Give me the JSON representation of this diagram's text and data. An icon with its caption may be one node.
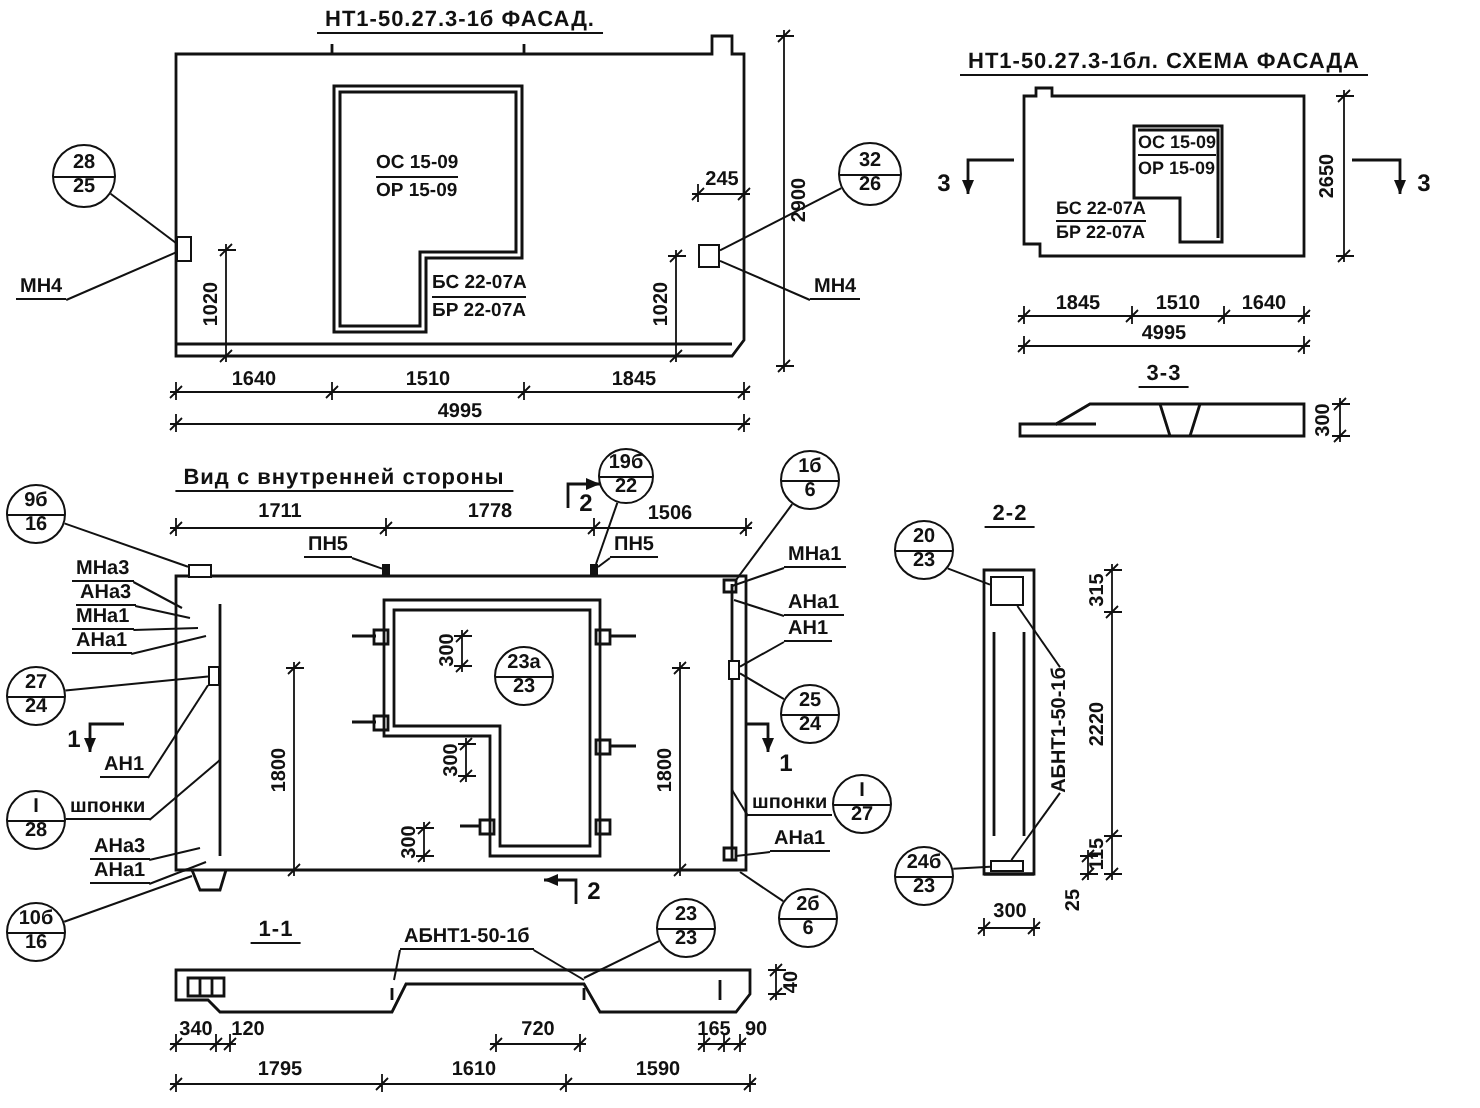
{
  "diagram": {
    "nodes": [
      {
        "text": [
          "28",
          "25"
        ]
      },
      {
        "text": [
          "МН4"
        ]
      },
      {
        "text": [
          "ОС 15-09",
          "ОР 15-09",
          "БС 22-07А",
          "БР 22-07А"
        ]
      },
      {
        "text": [
          "32",
          "26"
        ]
      },
      {
        "text": [
          "МН4"
        ]
      },
      {
        "text": [
          "ОС 15-09",
          "ОР 15-09",
          "БС 22-07А",
          "БР 22-07А"
        ]
      },
      {
        "text": [
          "9б",
          "16"
        ]
      },
      {
        "text": [
          "МНа3"
        ]
      },
      {
        "text": [
          "АНа3"
        ]
      },
      {
        "text": [
          "МНа1"
        ]
      },
      {
        "text": [
          "АНа1"
        ]
      },
      {
        "text": [
          "ПН5"
        ]
      },
      {
        "text": [
          "19б",
          "22"
        ]
      },
      {
        "text": [
          "ПН5"
        ]
      },
      {
        "text": [
          "1б",
          "6"
        ]
      },
      {
        "text": [
          "МНа1"
        ]
      },
      {
        "text": [
          "АНа1"
        ]
      },
      {
        "text": [
          "АН1"
        ]
      },
      {
        "text": [
          "27",
          "24"
        ]
      },
      {
        "text": [
          "АН1"
        ]
      },
      {
        "text": [
          "23а",
          "23"
        ]
      },
      {
        "text": [
          "25",
          "24"
        ]
      },
      {
        "text": [
          "шпонки"
        ]
      },
      {
        "text": [
          "I",
          "28"
        ]
      },
      {
        "text": [
          "шпонки"
        ]
      },
      {
        "text": [
          "I",
          "27"
        ]
      },
      {
        "text": [
          "АНа3"
        ]
      },
      {
        "text": [
          "АНа1"
        ]
      },
      {
        "text": [
          "АНа1"
        ]
      },
      {
        "text": [
          "10б",
          "16"
        ]
      },
      {
        "text": [
          "2б",
          "6"
        ]
      },
      {
        "text": [
          "20",
          "23"
        ]
      },
      {
        "text": [
          "АБНТ1-50-1б"
        ]
      },
      {
        "text": [
          "24б",
          "23"
        ]
      },
      {
        "text": [
          "АБНТ1-50-1б"
        ]
      },
      {
        "text": [
          "23",
          "23"
        ]
      },
      {
        "text": [],
        "shape": "box"
      },
      {
        "text": [],
        "shape": "box"
      },
      {
        "text": [],
        "shape": "box"
      },
      {
        "text": [],
        "shape": "bar"
      },
      {
        "text": [],
        "shape": "bar"
      },
      {
        "text": [],
        "shape": "box"
      },
      {
        "text": [],
        "shape": "box"
      },
      {
        "text": [],
        "shape": "box"
      },
      {
        "text": [],
        "shape": "box"
      }
    ],
    "edges": [
      {
        "from": 0,
        "to": 36,
        "arrow": "none"
      },
      {
        "from": 1,
        "to": 36,
        "arrow": "none"
      },
      {
        "from": 3,
        "to": 37,
        "arrow": "none"
      },
      {
        "from": 4,
        "to": 37,
        "arrow": "none"
      },
      {
        "from": 6,
        "to": 38,
        "arrow": "none"
      },
      {
        "from": 7,
        "to": null,
        "arrow": "none"
      },
      {
        "from": 8,
        "to": null,
        "arrow": "none"
      },
      {
        "from": 9,
        "to": null,
        "arrow": "none"
      },
      {
        "from": 10,
        "to": null,
        "arrow": "none"
      },
      {
        "from": 11,
        "to": 39,
        "arrow": "none"
      },
      {
        "from": 12,
        "to": 40,
        "arrow": "none"
      },
      {
        "from": 13,
        "to": 40,
        "arrow": "none"
      },
      {
        "from": 14,
        "to": null,
        "arrow": "none"
      },
      {
        "from": 15,
        "to": null,
        "arrow": "none"
      },
      {
        "from": 16,
        "to": null,
        "arrow": "none"
      },
      {
        "from": 17,
        "to": 42,
        "arrow": "none"
      },
      {
        "from": 18,
        "to": 41,
        "arrow": "none"
      },
      {
        "from": 19,
        "to": 41,
        "arrow": "none"
      },
      {
        "from": 21,
        "to": 42,
        "arrow": "none"
      },
      {
        "from": 22,
        "to": null,
        "arrow": "none"
      },
      {
        "from": 24,
        "to": null,
        "arrow": "none"
      },
      {
        "from": 26,
        "to": null,
        "arrow": "none"
      },
      {
        "from": 27,
        "to": null,
        "arrow": "none"
      },
      {
        "from": 28,
        "to": null,
        "arrow": "none"
      },
      {
        "from": 29,
        "to": null,
        "arrow": "none"
      },
      {
        "from": 30,
        "to": null,
        "arrow": "none"
      },
      {
        "from": 31,
        "to": 43,
        "arrow": "none"
      },
      {
        "from": 32,
        "to": 43,
        "arrow": "none"
      },
      {
        "from": 32,
        "to": 44,
        "arrow": "none"
      },
      {
        "from": 33,
        "to": 44,
        "arrow": "none"
      },
      {
        "from": 34,
        "to": null,
        "arrow": "none"
      },
      {
        "from": 34,
        "to": null,
        "arrow": "none"
      },
      {
        "from": 35,
        "to": null,
        "arrow": "none"
      }
    ],
    "labels": [
      "НТ1-50.27.3-1б ФАСАД.",
      "1640",
      "1510",
      "1845",
      "4995",
      "1020",
      "1020",
      "245",
      "2900",
      "НТ1-50.27.3-1бл. СХЕМА ФАСАДА",
      "3",
      "3",
      "2650",
      "1845",
      "1510",
      "1640",
      "4995",
      "3-3",
      "300",
      "Вид с внутренней стороны",
      "1",
      "1711",
      "1778",
      "2",
      "1506",
      "1800",
      "300",
      "300",
      "300",
      "1800",
      "1",
      "2",
      "2-2",
      "315",
      "2220",
      "115",
      "25",
      "300",
      "1-1",
      "340",
      "120",
      "720",
      "165",
      "90",
      "40",
      "1795",
      "1610",
      "1590"
    ]
  }
}
